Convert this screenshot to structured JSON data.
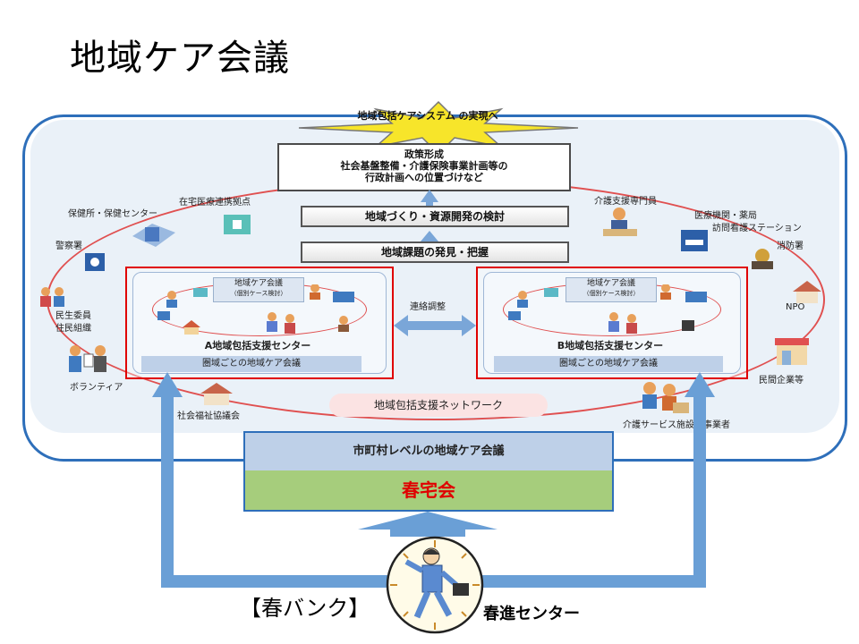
{
  "title": "地域ケア会議",
  "diagram": {
    "star_label": "地域包括ケアシステム の実現へ",
    "policy_box": [
      "政策形成",
      "社会基盤整備・介護保険事業計画等の",
      "行政計画への位置づけなど"
    ],
    "bars": [
      "地域づくり・資源開発の検討",
      "地域課題の発見・把握"
    ],
    "coordination_label": "連絡調整",
    "centers": [
      {
        "meeting": "地域ケア会議",
        "meeting_sub": "（個別ケース検討）",
        "name": "A地域包括支援センター",
        "area_meeting": "圏域ごとの地域ケア会議"
      },
      {
        "meeting": "地域ケア会議",
        "meeting_sub": "（個別ケース検討）",
        "name": "B地域包括支援センター",
        "area_meeting": "圏域ごとの地域ケア会議"
      }
    ],
    "ring_labels": {
      "health_center": "保健所・保健センター",
      "home_medical": "在宅医療連携拠点",
      "care_manager": "介護支援専門員",
      "medical": "医療機関・薬局",
      "visiting_nurse": "訪問看護ステーション",
      "fire_dept": "消防署",
      "police": "警察署",
      "welfare_commissioner": "民生委員",
      "residents_org": "住民組織",
      "npo": "NPO",
      "volunteer": "ボランティア",
      "private_company": "民間企業等",
      "social_welfare_council": "社会福祉協議会",
      "care_service": "介護サービス施設・事業者"
    },
    "network_label": "地域包括支援ネットワーク"
  },
  "city_level": {
    "meeting": "市町村レベルの地域ケア会議",
    "name": "春宅会"
  },
  "bottom": {
    "left_label": "【春バンク】",
    "right_label": "春進センター"
  },
  "colors": {
    "frame_blue": "#2e6fba",
    "arrow_blue": "#6a9fd6",
    "red_accent": "#e00000",
    "green_band": "#a6cd7c",
    "star_yellow": "#f7e52a"
  }
}
